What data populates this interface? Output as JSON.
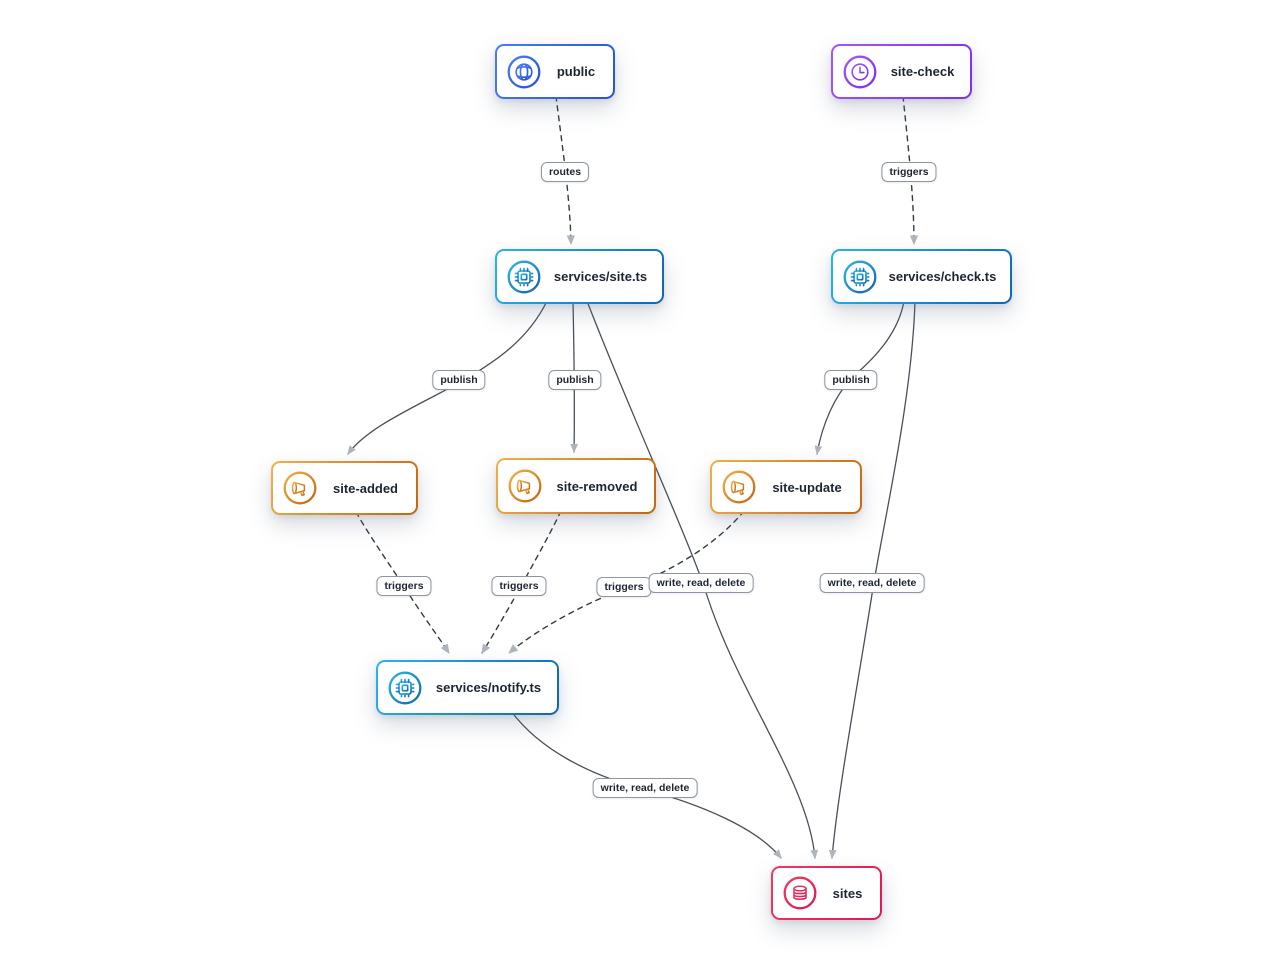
{
  "diagram": {
    "nodes": [
      {
        "id": "public",
        "label": "public",
        "type": "gateway",
        "icon": "globe-icon"
      },
      {
        "id": "site-check",
        "label": "site-check",
        "type": "cron",
        "icon": "clock-icon"
      },
      {
        "id": "services-site",
        "label": "services/site.ts",
        "type": "service",
        "icon": "cpu-icon"
      },
      {
        "id": "services-check",
        "label": "services/check.ts",
        "type": "service",
        "icon": "cpu-icon"
      },
      {
        "id": "site-added",
        "label": "site-added",
        "type": "topic",
        "icon": "megaphone-icon"
      },
      {
        "id": "site-removed",
        "label": "site-removed",
        "type": "topic",
        "icon": "megaphone-icon"
      },
      {
        "id": "site-update",
        "label": "site-update",
        "type": "topic",
        "icon": "megaphone-icon"
      },
      {
        "id": "services-notify",
        "label": "services/notify.ts",
        "type": "service",
        "icon": "cpu-icon"
      },
      {
        "id": "sites",
        "label": "sites",
        "type": "database",
        "icon": "database-icon"
      }
    ],
    "edges": [
      {
        "from": "public",
        "to": "services-site",
        "label": "routes",
        "line": "dashed"
      },
      {
        "from": "site-check",
        "to": "services-check",
        "label": "triggers",
        "line": "dashed"
      },
      {
        "from": "services-site",
        "to": "site-added",
        "label": "publish",
        "line": "solid"
      },
      {
        "from": "services-site",
        "to": "site-removed",
        "label": "publish",
        "line": "solid"
      },
      {
        "from": "services-check",
        "to": "site-update",
        "label": "publish",
        "line": "solid"
      },
      {
        "from": "site-added",
        "to": "services-notify",
        "label": "triggers",
        "line": "dashed"
      },
      {
        "from": "site-removed",
        "to": "services-notify",
        "label": "triggers",
        "line": "dashed"
      },
      {
        "from": "site-update",
        "to": "services-notify",
        "label": "triggers",
        "line": "dashed"
      },
      {
        "from": "services-site",
        "to": "sites",
        "label": "write, read, delete",
        "line": "solid"
      },
      {
        "from": "services-check",
        "to": "sites",
        "label": "write, read, delete",
        "line": "solid"
      },
      {
        "from": "services-notify",
        "to": "sites",
        "label": "write, read, delete",
        "line": "solid"
      }
    ],
    "colors": {
      "gateway_light": "#4a7df0",
      "gateway_dark": "#2553d6",
      "cron_light": "#a158f5",
      "cron_dark": "#7d2ef0",
      "service_light": "#29b5ea",
      "service_dark": "#0e66b0",
      "topic_light": "#eeb14a",
      "topic_dark": "#c2660e",
      "database_light": "#ef3a60",
      "database_dark": "#d81b55",
      "edge_solid": "#4a505a",
      "edge_dashed": "#343a42",
      "arrowhead": "#aeb5bd",
      "text": "#1d2533"
    }
  }
}
